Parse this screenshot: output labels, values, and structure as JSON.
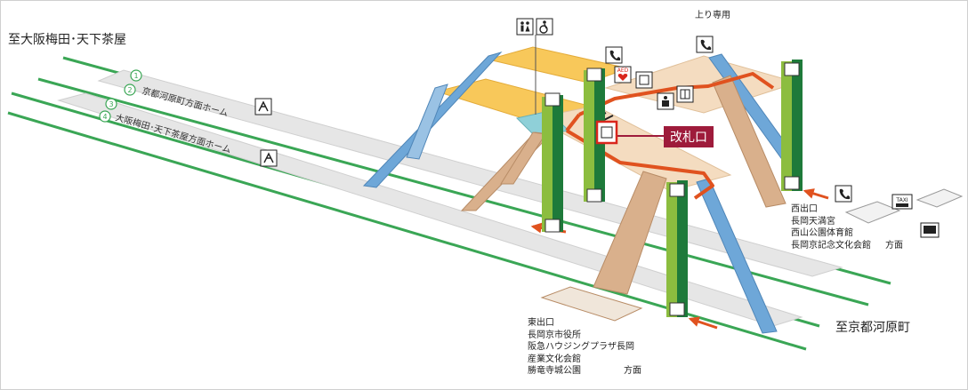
{
  "destinations": {
    "osaka": "至大阪梅田･天下茶屋",
    "kyoto": "至京都河原町",
    "up_only": "上り専用"
  },
  "platforms": [
    {
      "number": "1",
      "label": ""
    },
    {
      "number": "2",
      "label": "京都河原町方面ホーム"
    },
    {
      "number": "3",
      "label": ""
    },
    {
      "number": "4",
      "label": "大阪梅田･天下茶屋方面ホーム"
    }
  ],
  "gate": {
    "label": "改札口"
  },
  "icons": {
    "aed_text": "AED",
    "taxi_text": "TAXI"
  },
  "west_exit": {
    "lines": [
      "西出口",
      "長岡天満宮",
      "西山公園体育館",
      "長岡京記念文化会館"
    ],
    "suffix": "方面"
  },
  "east_exit": {
    "lines": [
      "東出口",
      "長岡京市役所",
      "阪急ハウジングプラザ長岡",
      "産業文化会館",
      "勝竜寺城公園"
    ],
    "suffix": "方面"
  },
  "colors": {
    "track": "#3aa655",
    "platform": "#e4e4e4",
    "concourse": "#f8c85a",
    "bridge": "#f4dcc0",
    "stair": "#d9b08c",
    "escalator": "#6ea7d8",
    "route": "#e0521f",
    "elevator_green": "#1e7a3a",
    "elevator_lime": "#8cbd3f",
    "gate_label": "#9e1b3b"
  }
}
